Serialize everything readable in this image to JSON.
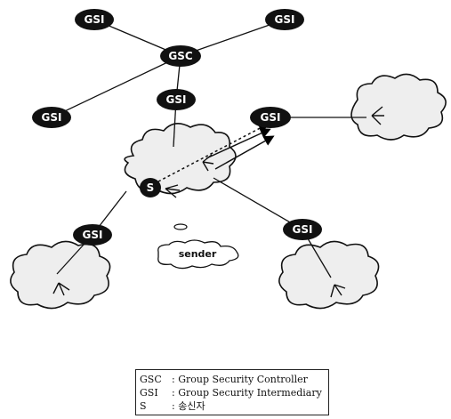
{
  "diagram": {
    "hub_label": "GSC",
    "intermediary_label": "GSI",
    "source_label": "S",
    "sender_label": "sender"
  },
  "legend": [
    {
      "abbr": "GSC",
      "desc": ": Group Security Controller"
    },
    {
      "abbr": "GSI",
      "desc": ": Group Security Intermediary"
    },
    {
      "abbr": "S",
      "desc": ": 송신자"
    }
  ]
}
